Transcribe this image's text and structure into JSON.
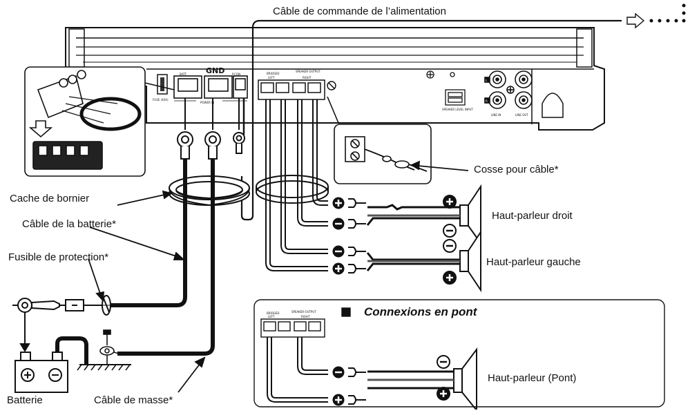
{
  "labels": {
    "power_control_cable": "Câble de commande de l’alimentation",
    "terminal_cover": "Cache de bornier",
    "battery_cable": "Câble de la batterie*",
    "protection_fuse": "Fusible de protection*",
    "battery": "Batterie",
    "ground_cable": "Câble de masse*",
    "cable_lug": "Cosse pour câble*",
    "right_speaker": "Haut-parleur droit",
    "left_speaker": "Haut-parleur gauche",
    "bridge_speaker": "Haut-parleur (Pont)",
    "bridge_title": "Connexions en pont"
  },
  "panel": {
    "gnd": "GND",
    "batt": "BATT.",
    "rem": "P.CON",
    "fuse": "FUSE (40A)",
    "power_in": "POWER IN",
    "speaker_output": "SPEAKER OUTPUT",
    "bridged": "BRIDGED",
    "left": "LEFT",
    "right": "RIGHT",
    "speaker_level_input": "SPEAKER LEVEL INPUT",
    "line_in": "LINE IN",
    "line_out": "LINE OUT",
    "ch_l": "L",
    "ch_r": "R"
  },
  "symbols": {
    "plus": "+",
    "minus": "−"
  },
  "icons": [
    "amplifier-icon",
    "battery-icon",
    "fuse-icon",
    "ground-icon",
    "speaker-icon",
    "ring-terminal-icon",
    "arrow-right-icon"
  ]
}
